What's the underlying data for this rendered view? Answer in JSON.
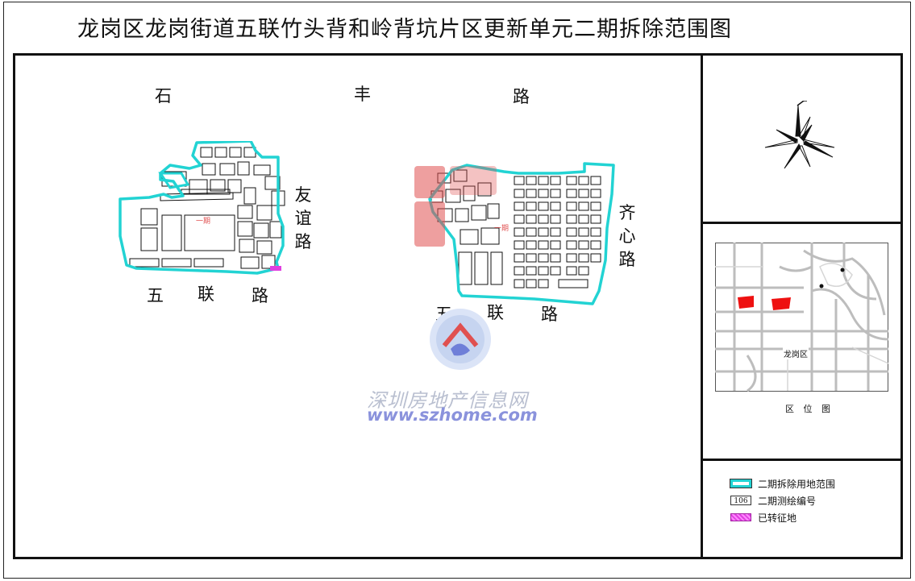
{
  "title": "龙岗区龙岗街道五联竹头背和岭背坑片区更新单元二期拆除范围图",
  "roads": {
    "shifeng_1": "石",
    "shifeng_2": "丰",
    "shifeng_3": "路",
    "youyi_1": "友",
    "youyi_2": "谊",
    "youyi_3": "路",
    "wulian_left_1": "五",
    "wulian_left_2": "联",
    "wulian_left_3": "路",
    "wulian_right_1": "五",
    "wulian_right_2": "联",
    "wulian_right_3": "路",
    "qixin_1": "齐",
    "qixin_2": "心",
    "qixin_3": "路"
  },
  "parcel_labels": {
    "left": "一期",
    "right": "一期"
  },
  "watermark": {
    "name_cn": "深圳房地产信息网",
    "url": "www.szhome.com"
  },
  "location_map": {
    "caption": "区 位 图",
    "town_label": "龙岗区"
  },
  "legend": {
    "items": [
      {
        "label": "二期拆除用地范围",
        "swatch": "boundary",
        "color": "#22d3d3"
      },
      {
        "label": "二期测绘编号",
        "swatch": "code",
        "code": "106"
      },
      {
        "label": "已转征地",
        "swatch": "acquired",
        "color": "#e040e0"
      }
    ]
  },
  "colors": {
    "boundary": "#22d3d3",
    "acquired": "#e040e0",
    "location_highlight": "#ee1111",
    "watermark_red": "#e05050",
    "watermark_blue": "#6f7fd8"
  },
  "icons": {
    "north_arrow": "compass-rose-icon",
    "watermark_logo": "szhome-logo-icon"
  }
}
